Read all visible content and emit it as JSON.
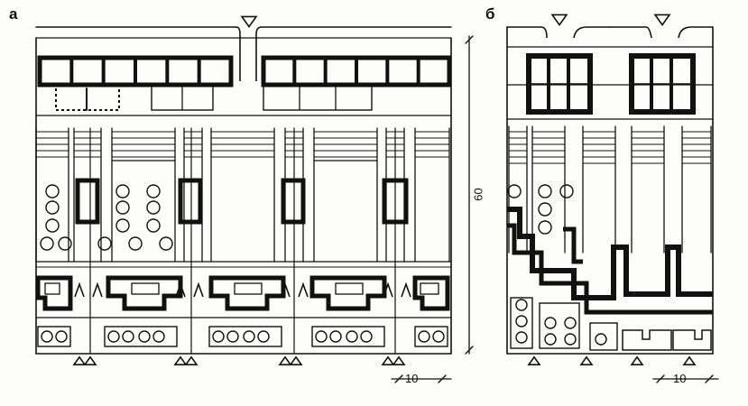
{
  "panels": [
    {
      "id": "a",
      "label": "а"
    },
    {
      "id": "b",
      "label": "б"
    }
  ],
  "dimensions": {
    "height_label": "60",
    "module_label_a": "10",
    "module_label_b": "10"
  },
  "symbols": {
    "entrance_marker": "triangle-down-icon",
    "ventilation_marker": "triangle-up-icon",
    "equipment": "circle-icon"
  },
  "colors": {
    "ink": "#111111",
    "paper": "#fdfdfb"
  }
}
